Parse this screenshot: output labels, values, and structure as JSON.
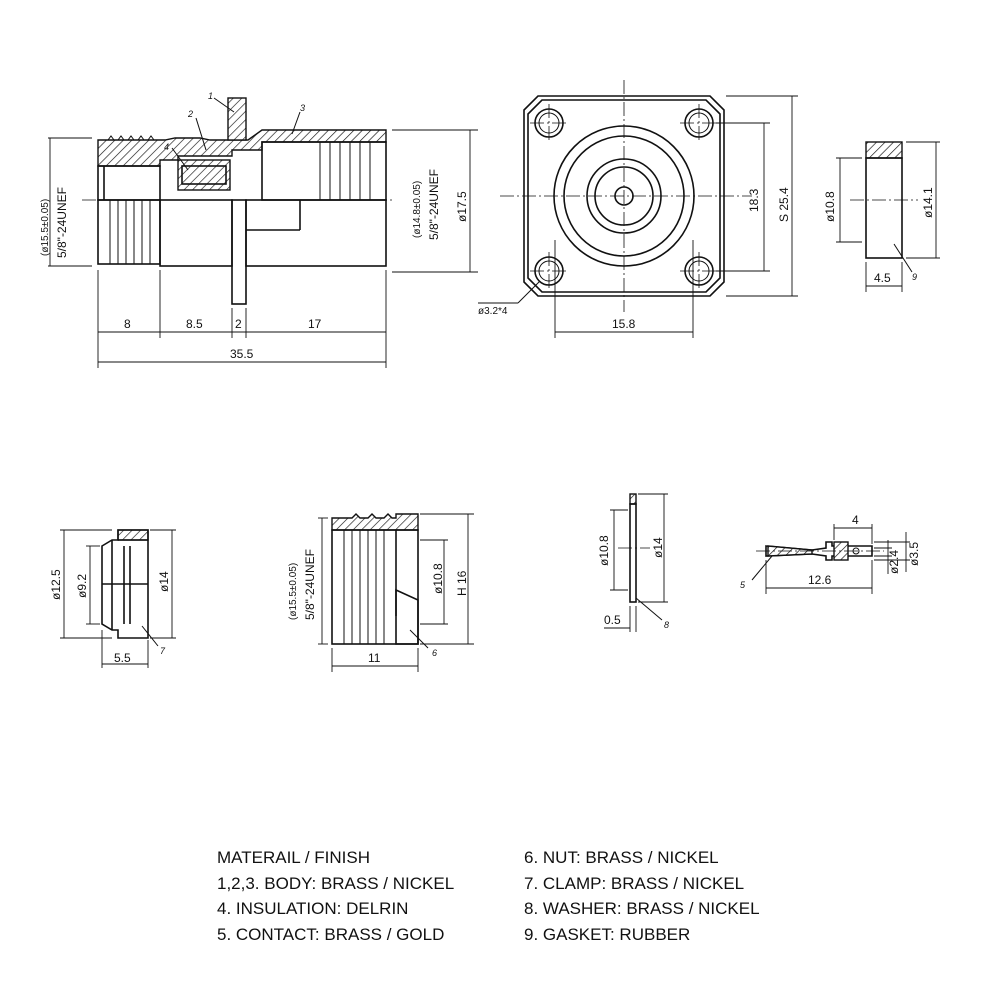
{
  "main_view": {
    "dims": {
      "d1": "(ø15.5±0.05)",
      "d1b": "5/8\"-24UNEF",
      "d2": "(ø14.8±0.05)",
      "d2b": "5/8\"-24UNEF",
      "d3": "ø17.5",
      "l1": "8",
      "l2": "8.5",
      "l3": "2",
      "l4": "17",
      "total": "35.5"
    },
    "callouts": {
      "c1": "1",
      "c2": "2",
      "c3": "3",
      "c4": "4"
    }
  },
  "flange_view": {
    "dims": {
      "inner": "18.3",
      "outer": "S 25.4",
      "width": "15.8",
      "hole": "ø3.2*4"
    }
  },
  "gasket_view": {
    "dims": {
      "inner": "ø10.8",
      "outer": "ø14.1",
      "thick": "4.5"
    },
    "callout": "9"
  },
  "clamp_view": {
    "dims": {
      "d1": "ø12.5",
      "d2": "ø9.2",
      "d3": "ø14",
      "len": "5.5"
    },
    "callout": "7"
  },
  "nut_view": {
    "dims": {
      "d1": "(ø15.5±0.05)",
      "d1b": "5/8\"-24UNEF",
      "d2": "ø10.8",
      "d3": "H 16",
      "len": "11"
    },
    "callout": "6"
  },
  "washer_view": {
    "dims": {
      "inner": "ø10.8",
      "outer": "ø14",
      "thick": "0.5"
    },
    "callout": "8"
  },
  "contact_view": {
    "dims": {
      "len": "12.6",
      "top": "4",
      "d1": "ø2.4",
      "d2": "ø3.5"
    },
    "callout": "5"
  },
  "legend": {
    "left": [
      "MATERAIL / FINISH",
      "1,2,3. BODY: BRASS / NICKEL",
      "4. INSULATION: DELRIN",
      "5. CONTACT: BRASS / GOLD"
    ],
    "right": [
      "6. NUT: BRASS / NICKEL",
      "7. CLAMP: BRASS / NICKEL",
      "8. WASHER: BRASS / NICKEL",
      "9. GASKET: RUBBER"
    ]
  }
}
